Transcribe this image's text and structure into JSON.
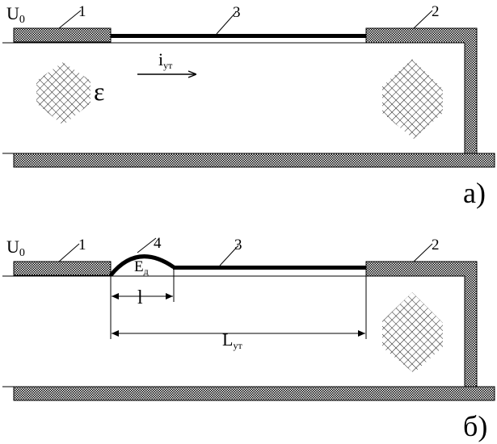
{
  "panel_a": {
    "voltage_label": "U",
    "voltage_sub": "0",
    "callouts": [
      "1",
      "3",
      "2"
    ],
    "current_label": "i",
    "current_sub": "ут",
    "medium_label": "ε",
    "panel_label": "а)"
  },
  "panel_b": {
    "voltage_label": "U",
    "voltage_sub": "0",
    "callouts": [
      "1",
      "4",
      "3",
      "2"
    ],
    "field_label": "E",
    "field_sub": "д",
    "short_dim_label": "l",
    "long_dim_label": "L",
    "long_dim_sub": "ут",
    "panel_label": "б)"
  },
  "colors": {
    "ink": "#000000",
    "electrode_fill": "#c8c8c8",
    "paper": "#ffffff"
  }
}
